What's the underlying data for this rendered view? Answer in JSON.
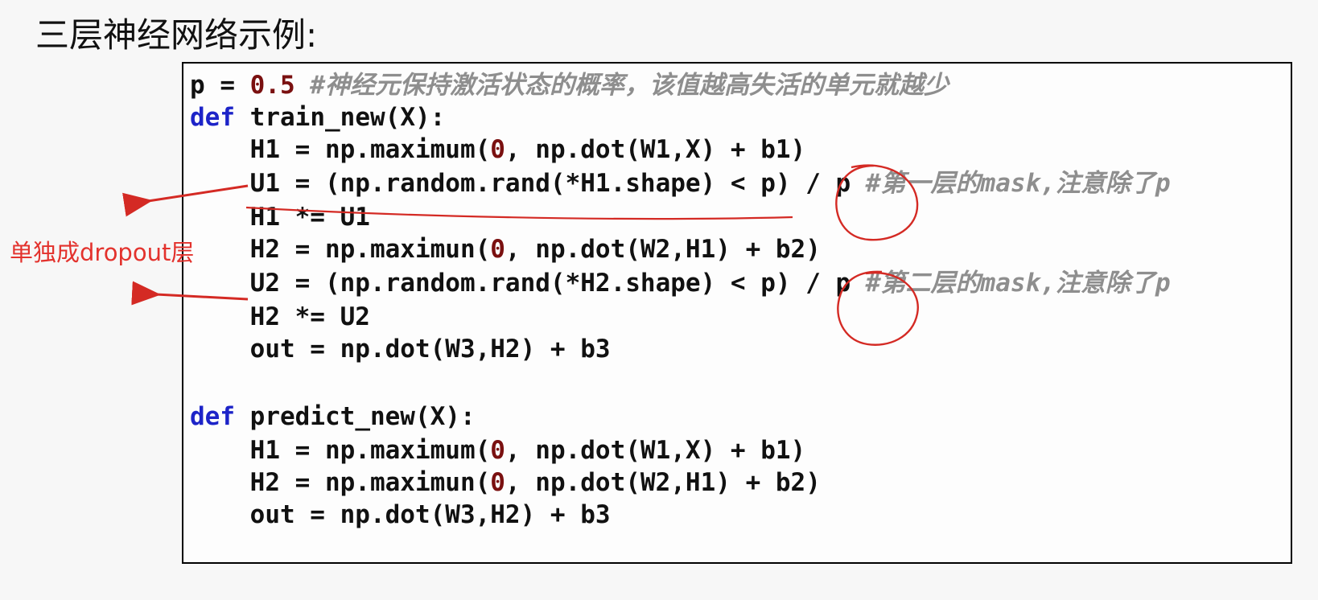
{
  "slide": {
    "title": "三层神经网络示例:",
    "side_note": "单独成dropout层"
  },
  "annotation_color": "#d42a24",
  "code_colors": {
    "keyword": "#1d24c8",
    "number": "#7a1010",
    "comment": "#8e8e8e",
    "text": "#111111"
  },
  "code": {
    "lines": [
      {
        "id": "line-p-assign",
        "tokens": [
          {
            "type": "plain",
            "text": "p = "
          },
          {
            "type": "num",
            "text": "0.5"
          },
          {
            "type": "comment",
            "text": " #神经元保持激活状态的概率，该值越高失活的单元就越少"
          }
        ]
      },
      {
        "id": "line-def-train",
        "tokens": [
          {
            "type": "kw",
            "text": "def"
          },
          {
            "type": "plain",
            "text": " "
          },
          {
            "type": "fn",
            "text": "train_new"
          },
          {
            "type": "plain",
            "text": "(X):"
          }
        ]
      },
      {
        "id": "line-train-h1",
        "tokens": [
          {
            "type": "plain",
            "text": "    H1 = np.maximum("
          },
          {
            "type": "num",
            "text": "0"
          },
          {
            "type": "plain",
            "text": ", np.dot(W1,X) + b1)"
          }
        ]
      },
      {
        "id": "line-train-u1",
        "tokens": [
          {
            "type": "plain",
            "text": "    U1 = (np.random.rand(*H1.shape) < p) / p"
          },
          {
            "type": "comment",
            "text": " #第一层的mask,注意除了p"
          }
        ]
      },
      {
        "id": "line-train-h1-mask",
        "tokens": [
          {
            "type": "plain",
            "text": "    H1 *= U1"
          }
        ]
      },
      {
        "id": "line-train-h2",
        "tokens": [
          {
            "type": "plain",
            "text": "    H2 = np.maximun("
          },
          {
            "type": "num",
            "text": "0"
          },
          {
            "type": "plain",
            "text": ", np.dot(W2,H1) + b2)"
          }
        ]
      },
      {
        "id": "line-train-u2",
        "tokens": [
          {
            "type": "plain",
            "text": "    U2 = (np.random.rand(*H2.shape) < p) / p"
          },
          {
            "type": "comment",
            "text": " #第二层的mask,注意除了p"
          }
        ]
      },
      {
        "id": "line-train-h2-mask",
        "tokens": [
          {
            "type": "plain",
            "text": "    H2 *= U2"
          }
        ]
      },
      {
        "id": "line-train-out",
        "tokens": [
          {
            "type": "plain",
            "text": "    out = np.dot(W3,H2) + b3"
          }
        ]
      },
      {
        "id": "line-blank",
        "tokens": []
      },
      {
        "id": "line-def-predict",
        "tokens": [
          {
            "type": "kw",
            "text": "def"
          },
          {
            "type": "plain",
            "text": " "
          },
          {
            "type": "fn",
            "text": "predict_new"
          },
          {
            "type": "plain",
            "text": "(X):"
          }
        ]
      },
      {
        "id": "line-predict-h1",
        "tokens": [
          {
            "type": "plain",
            "text": "    H1 = np.maximum("
          },
          {
            "type": "num",
            "text": "0"
          },
          {
            "type": "plain",
            "text": ", np.dot(W1,X) + b1)"
          }
        ]
      },
      {
        "id": "line-predict-h2",
        "tokens": [
          {
            "type": "plain",
            "text": "    H2 = np.maximun("
          },
          {
            "type": "num",
            "text": "0"
          },
          {
            "type": "plain",
            "text": ", np.dot(W2,H1) + b2)"
          }
        ]
      },
      {
        "id": "line-predict-out",
        "tokens": [
          {
            "type": "plain",
            "text": "    out = np.dot(W3,H2) + b3"
          }
        ]
      }
    ]
  }
}
